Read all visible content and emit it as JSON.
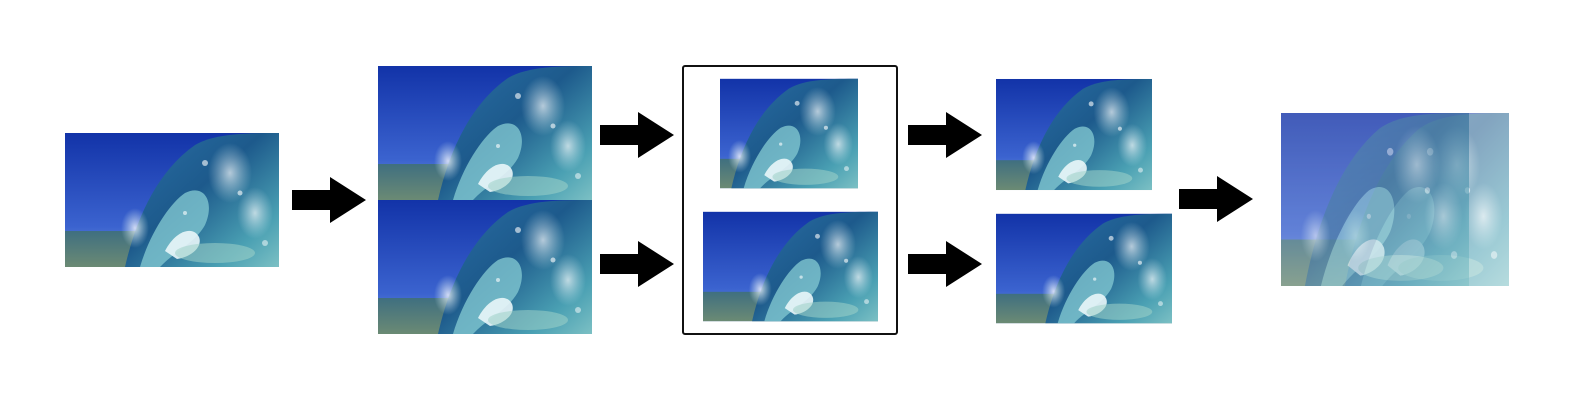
{
  "diagram": {
    "description_free": true,
    "stages": [
      {
        "id": "input",
        "images": [
          "wave-photo"
        ]
      },
      {
        "id": "duplicate",
        "images": [
          "wave-photo",
          "wave-photo"
        ]
      },
      {
        "id": "shift",
        "images": [
          "shifted-right",
          "shifted-left"
        ]
      },
      {
        "id": "crop",
        "images": [
          "cropped",
          "cropped"
        ]
      },
      {
        "id": "merge",
        "images": [
          "blended-wave"
        ]
      }
    ],
    "arrow_icon": "right-arrow-icon",
    "colors": {
      "sky": "#1c3fb8",
      "wave_deep": "#1f5c8e",
      "wave_light": "#6fb7c9",
      "foam": "#e7f3f6",
      "sea": "#2d5a6b",
      "frame": "#111111",
      "arrow": "#000000"
    }
  }
}
